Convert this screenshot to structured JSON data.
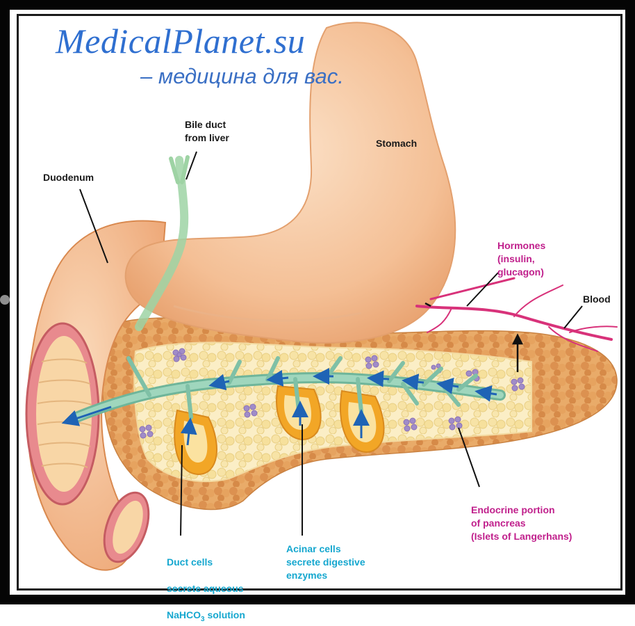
{
  "watermark": {
    "title": "MedicalPlanet.su",
    "subtitle": "– медицина для вас."
  },
  "labels": {
    "bile_duct": "Bile duct\nfrom liver",
    "stomach": "Stomach",
    "duodenum": "Duodenum",
    "hormones": "Hormones\n(insulin,\nglucagon)",
    "blood": "Blood",
    "endocrine": "Endocrine portion\nof pancreas\n(Islets of Langerhans)",
    "duct_cells_line1": "Duct cells",
    "duct_cells_line2": "secrete aqueous",
    "duct_cells_line3a": "NaHCO",
    "duct_cells_line3b": "3",
    "duct_cells_line3c": " solution",
    "acinar_cells": "Acinar cells\nsecrete digestive\nenzymes"
  },
  "colors": {
    "stomach": "#f6c7a0",
    "pancreas": "#e8a965",
    "duct": "#8fc9a8",
    "flow_arrow": "#1f63b5",
    "blood_vessel": "#d8327a",
    "label_pink": "#c0208c",
    "label_cyan": "#15a7cf",
    "watermark": "#2f6fd0"
  }
}
